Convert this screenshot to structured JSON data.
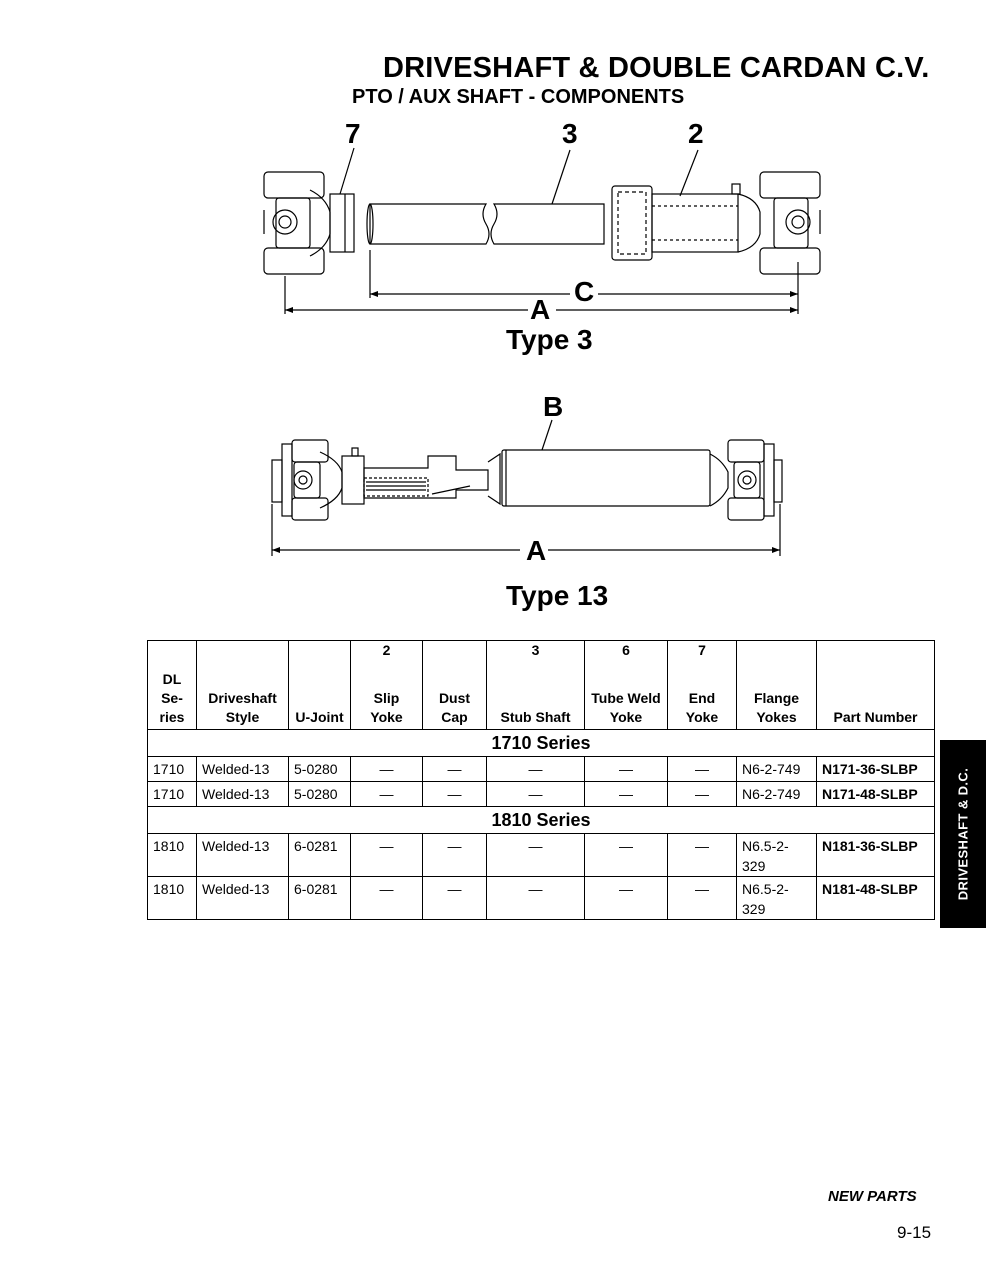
{
  "header": {
    "title": "DRIVESHAFT & DOUBLE CARDAN C.V.",
    "subtitle": "PTO / AUX SHAFT - COMPONENTS"
  },
  "diagram": {
    "callouts": {
      "c7": "7",
      "c3": "3",
      "c2": "2",
      "cC": "C",
      "cA1": "A",
      "cB": "B",
      "cA2": "A"
    },
    "type3_label": "Type 3",
    "type13_label": "Type 13"
  },
  "table": {
    "headers": [
      {
        "num": "",
        "name": "DL Se- ries"
      },
      {
        "num": "",
        "name": "Driveshaft Style"
      },
      {
        "num": "",
        "name": "U-Joint"
      },
      {
        "num": "2",
        "name": "Slip Yoke"
      },
      {
        "num": "",
        "name": "Dust Cap"
      },
      {
        "num": "3",
        "name": "Stub Shaft"
      },
      {
        "num": "6",
        "name": "Tube Weld Yoke"
      },
      {
        "num": "7",
        "name": "End Yoke"
      },
      {
        "num": "",
        "name": "Flange Yokes"
      },
      {
        "num": "",
        "name": "Part Number"
      }
    ],
    "sections": [
      {
        "title": "1710 Series",
        "rows": [
          [
            "1710",
            "Welded-13",
            "5-0280",
            "—",
            "—",
            "—",
            "—",
            "—",
            "N6-2-749",
            "N171-36-SLBP"
          ],
          [
            "1710",
            "Welded-13",
            "5-0280",
            "—",
            "—",
            "—",
            "—",
            "—",
            "N6-2-749",
            "N171-48-SLBP"
          ]
        ]
      },
      {
        "title": "1810 Series",
        "rows": [
          [
            "1810",
            "Welded-13",
            "6-0281",
            "—",
            "—",
            "—",
            "—",
            "—",
            "N6.5-2-329",
            "N181-36-SLBP"
          ],
          [
            "1810",
            "Welded-13",
            "6-0281",
            "—",
            "—",
            "—",
            "—",
            "—",
            "N6.5-2-329",
            "N181-48-SLBP"
          ]
        ]
      }
    ]
  },
  "side_tab": "DRIVESHAFT & D.C.",
  "footer": {
    "new_parts": "NEW PARTS",
    "page_number": "9-15"
  }
}
